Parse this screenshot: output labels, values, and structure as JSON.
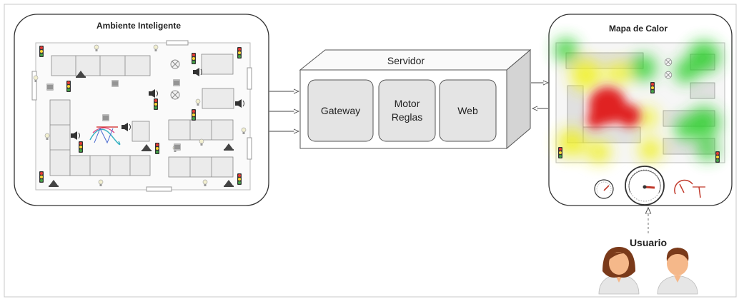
{
  "ambient": {
    "title": "Ambiente Inteligente"
  },
  "server": {
    "title": "Servidor",
    "modules": [
      {
        "label_lines": [
          "Gateway"
        ]
      },
      {
        "label_lines": [
          "Motor",
          "Reglas"
        ]
      },
      {
        "label_lines": [
          "Web"
        ]
      }
    ]
  },
  "heatmap": {
    "title": "Mapa de Calor"
  },
  "user": {
    "label": "Usuario"
  },
  "colors": {
    "hot": "#e02020",
    "warm": "#f0f020",
    "cool": "#30d030",
    "room_fill": "#ebebeb",
    "module_fill": "#e4e4e4",
    "gauge_needle": "#c0392b",
    "skin": "#f5b88a",
    "hair": "#7a3a1a"
  },
  "icons": [
    "traffic-light-icon",
    "speaker-icon",
    "robot-vacuum-icon",
    "lightbulb-icon",
    "lamp-icon",
    "gauge-icon",
    "female-user-icon",
    "male-user-icon"
  ]
}
